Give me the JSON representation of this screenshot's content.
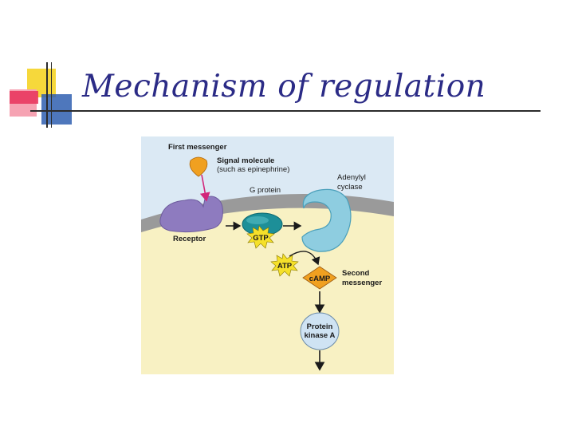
{
  "slide": {
    "title": "Mechanism of regulation"
  },
  "diagram": {
    "labels": {
      "first_messenger": "First messenger",
      "signal_molecule_line1": "Signal molecule",
      "signal_molecule_line2": "(such as epinephrine)",
      "g_protein": "G protein",
      "adenylyl_line1": "Adenylyl",
      "adenylyl_line2": "cyclase",
      "receptor": "Receptor",
      "gtp": "GTP",
      "atp": "ATP",
      "camp": "cAMP",
      "second_line1": "Second",
      "second_line2": "messenger",
      "pka_line1": "Protein",
      "pka_line2": "kinase A"
    },
    "colors": {
      "extracellular": "#dbe9f4",
      "cytoplasm": "#f8f1c3",
      "membrane": "#9a9a9a",
      "receptor": "#8e7bbf",
      "g_protein": "#1d8f98",
      "adenylyl_cyclase": "#8ecde0",
      "signal_molecule": "#f0a020",
      "camp_diamond": "#f0a020",
      "atp_burst": "#f5e02a",
      "pka": "#cfe3f3",
      "accent_arrow": "#d2267a"
    }
  }
}
